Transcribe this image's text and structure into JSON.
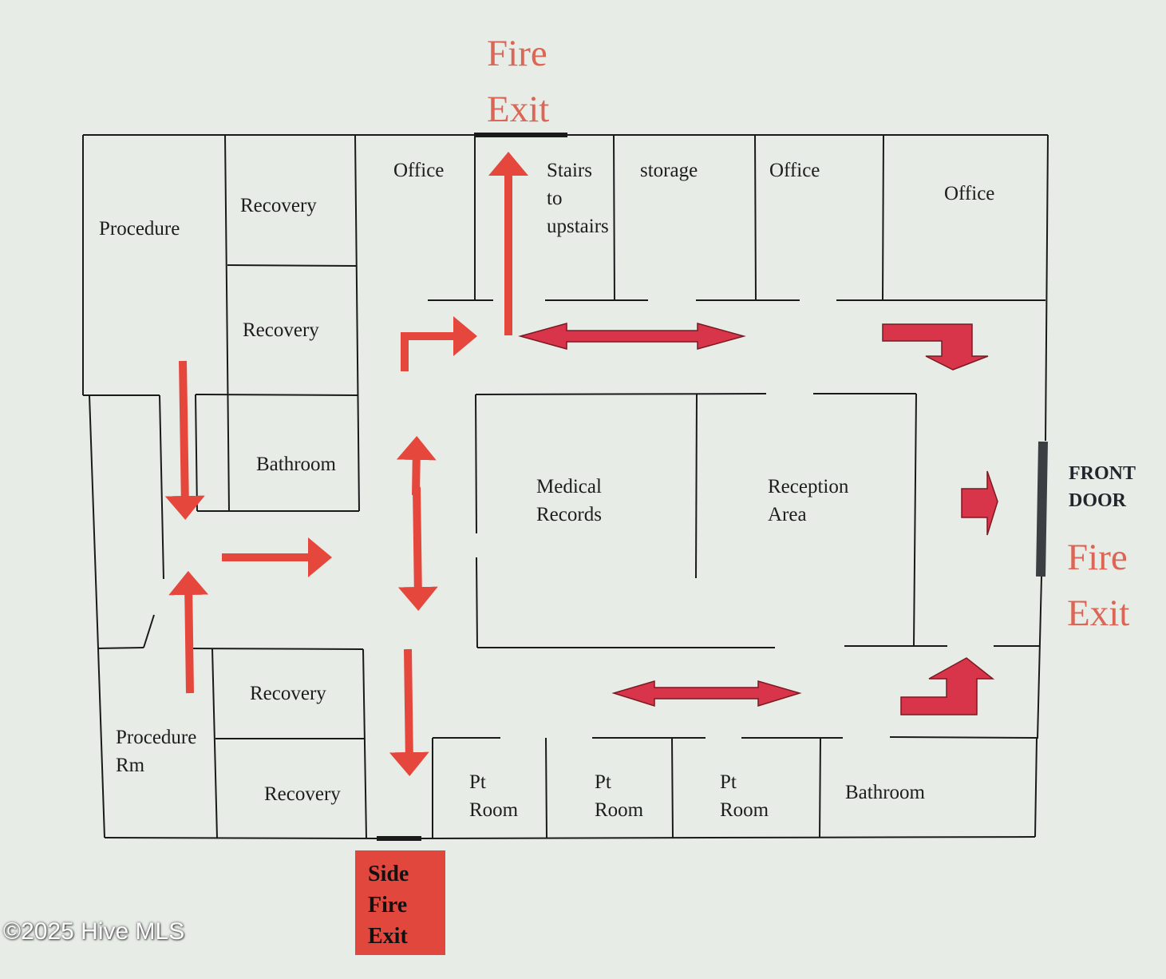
{
  "rooms": {
    "procedure": "Procedure",
    "recovery_1": "Recovery",
    "recovery_2": "Recovery",
    "bathroom_left": "Bathroom",
    "office_1": "Office",
    "stairs": [
      "Stairs",
      "to",
      "upstairs"
    ],
    "storage": "storage",
    "office_2": "Office",
    "office_3": "Office",
    "medical_records": [
      "Medical",
      "Records"
    ],
    "reception_area": [
      "Reception",
      "Area"
    ],
    "recovery_3": "Recovery",
    "recovery_4": "Recovery",
    "procedure_rm": [
      "Procedure",
      "Rm"
    ],
    "pt_room_1": [
      "Pt",
      "Room"
    ],
    "pt_room_2": [
      "Pt",
      "Room"
    ],
    "pt_room_3": [
      "Pt",
      "Room"
    ],
    "bathroom_bottom": "Bathroom"
  },
  "exits": {
    "top": [
      "Fire",
      "Exit"
    ],
    "front_door": [
      "FRONT",
      "DOOR"
    ],
    "front_fire": [
      "Fire",
      "Exit"
    ],
    "side": [
      "Side",
      "Fire",
      "Exit"
    ]
  },
  "watermark": "©2025 Hive MLS",
  "colors": {
    "background": "#e7ece7",
    "wall": "#1a1a1a",
    "arrow": "#e5473d",
    "block_arrow": "#d9354a",
    "fire_text": "#dc6655",
    "side_box": "#e2473d"
  }
}
